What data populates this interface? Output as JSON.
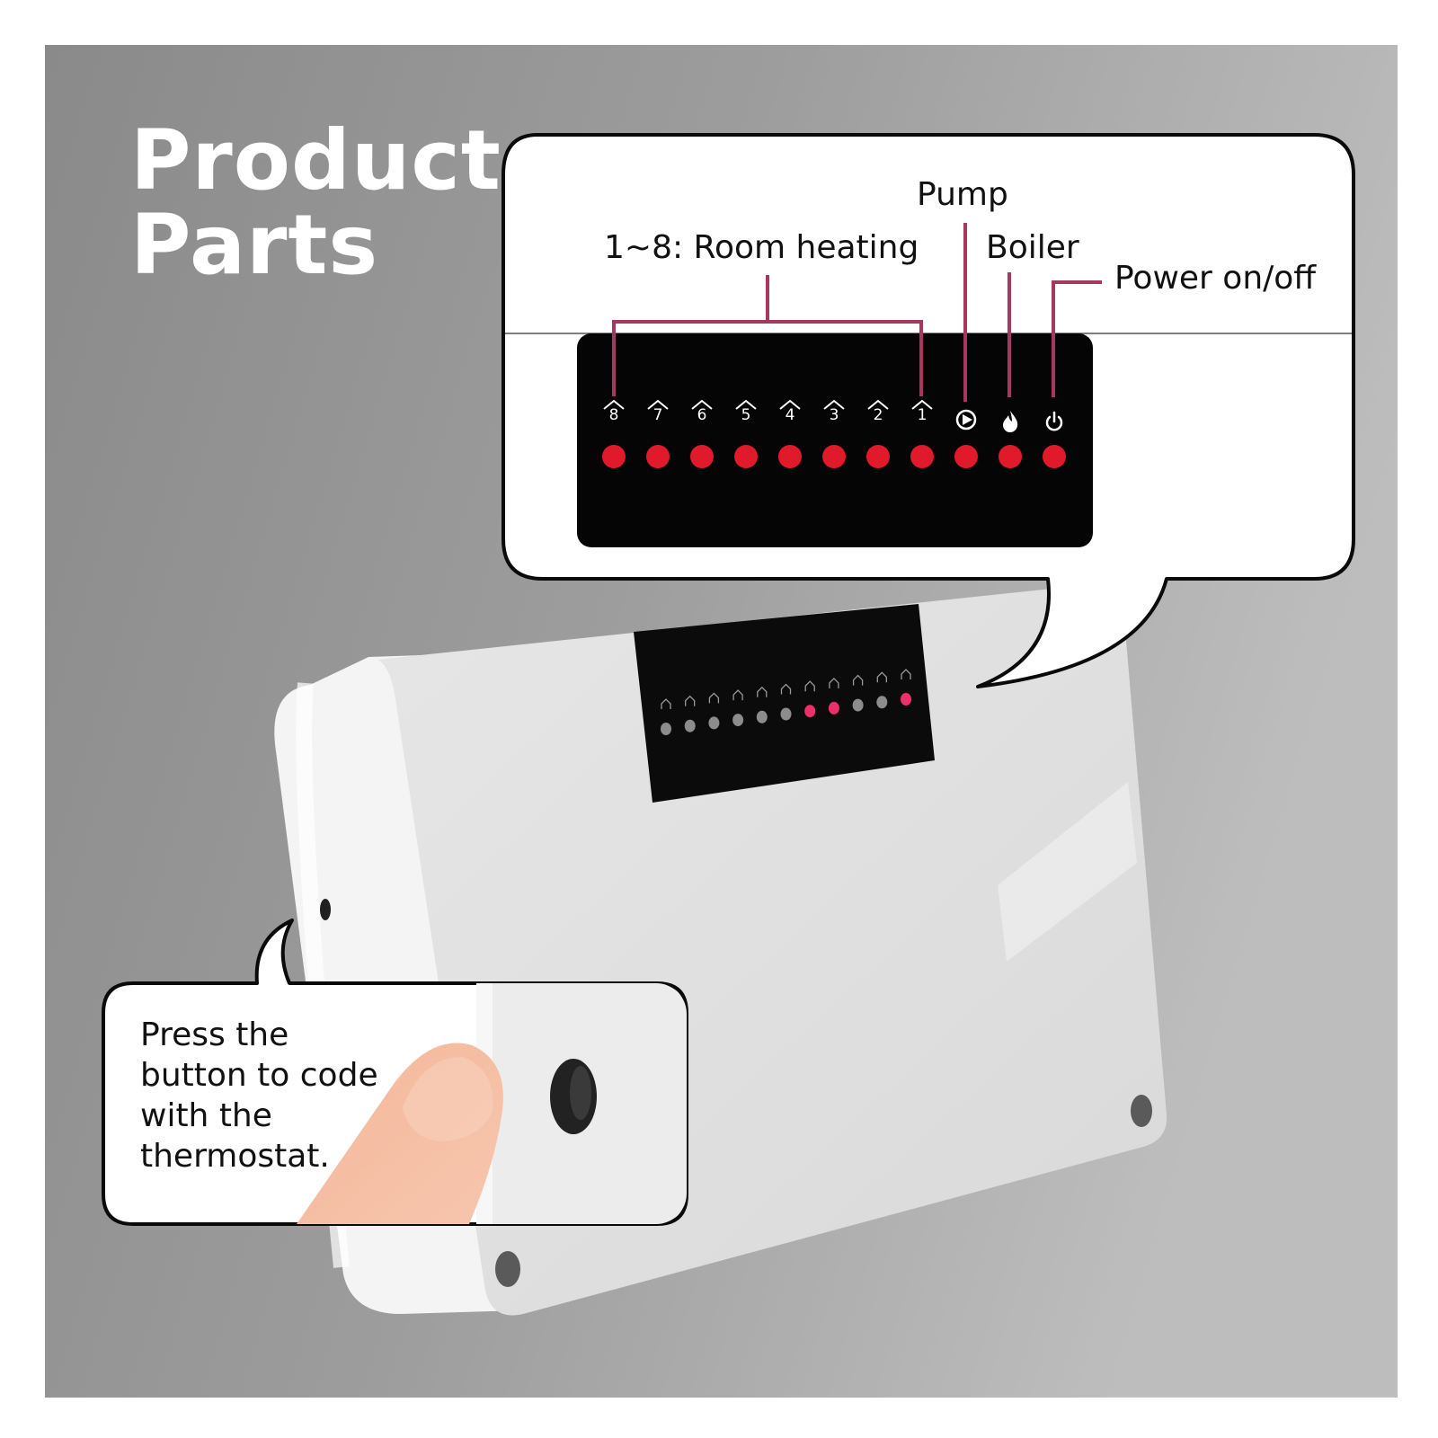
{
  "title": {
    "line1": "Product",
    "line2": "Parts"
  },
  "labels": {
    "room_heating": "1~8: Room heating",
    "pump": "Pump",
    "boiler": "Boiler",
    "power": "Power on/off"
  },
  "press_text": {
    "line1": "Press the",
    "line2": "button to code",
    "line3": "with the",
    "line4": "thermostat."
  },
  "panel": {
    "zones": [
      "8",
      "7",
      "6",
      "5",
      "4",
      "3",
      "2",
      "1"
    ],
    "indicators": [
      "pump-icon",
      "flame-icon",
      "power-icon"
    ]
  },
  "device_leds": {
    "count": 11,
    "lit": [
      6,
      7,
      10
    ]
  },
  "colors": {
    "background": "#9a9a9a",
    "accent": "#a8375f",
    "led_red": "#e01a2b",
    "panel_black": "#050505",
    "device_white": "#e9e9e9"
  }
}
